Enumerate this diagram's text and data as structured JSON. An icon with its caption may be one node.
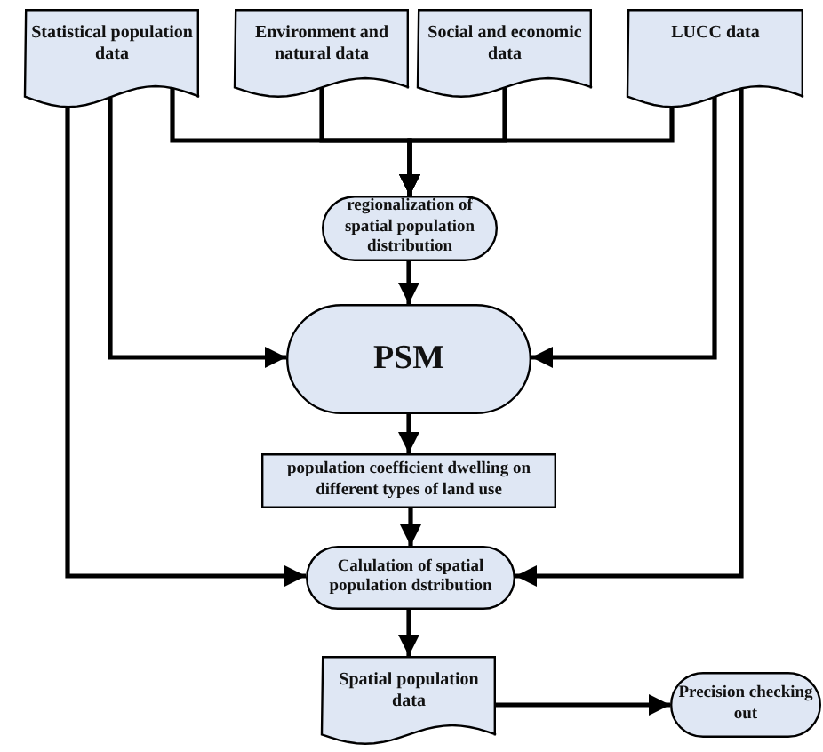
{
  "diagram": {
    "nodes": [
      {
        "text": [
          "Statistical population data"
        ]
      },
      {
        "text": [
          "Environment and natural data"
        ]
      },
      {
        "text": [
          "Social and economic data"
        ]
      },
      {
        "text": [
          "LUCC data"
        ]
      },
      {
        "text": [
          "regionalization of spatial population distribution"
        ]
      },
      {
        "text": [
          "PSM"
        ]
      },
      {
        "text": [
          "population coefficient dwelling on different types of land use"
        ]
      },
      {
        "text": [
          "Calulation of spatial population dstribution"
        ]
      },
      {
        "text": [
          "Spatial population data"
        ]
      },
      {
        "text": [
          "Precision checking out"
        ]
      }
    ],
    "edges": [
      {
        "from": 0,
        "to": 4,
        "arrow": "to"
      },
      {
        "from": 1,
        "to": 4,
        "arrow": "to"
      },
      {
        "from": 2,
        "to": 4,
        "arrow": "to"
      },
      {
        "from": 3,
        "to": 4,
        "arrow": "to"
      },
      {
        "from": 0,
        "to": 5,
        "arrow": "to"
      },
      {
        "from": 3,
        "to": 5,
        "arrow": "to"
      },
      {
        "from": 0,
        "to": 7,
        "arrow": "to"
      },
      {
        "from": 3,
        "to": 7,
        "arrow": "to"
      },
      {
        "from": 4,
        "to": 5,
        "arrow": "to"
      },
      {
        "from": 5,
        "to": 6,
        "arrow": "to"
      },
      {
        "from": 6,
        "to": 7,
        "arrow": "to"
      },
      {
        "from": 7,
        "to": 8,
        "arrow": "to"
      },
      {
        "from": 8,
        "to": 9,
        "arrow": "to"
      }
    ]
  }
}
